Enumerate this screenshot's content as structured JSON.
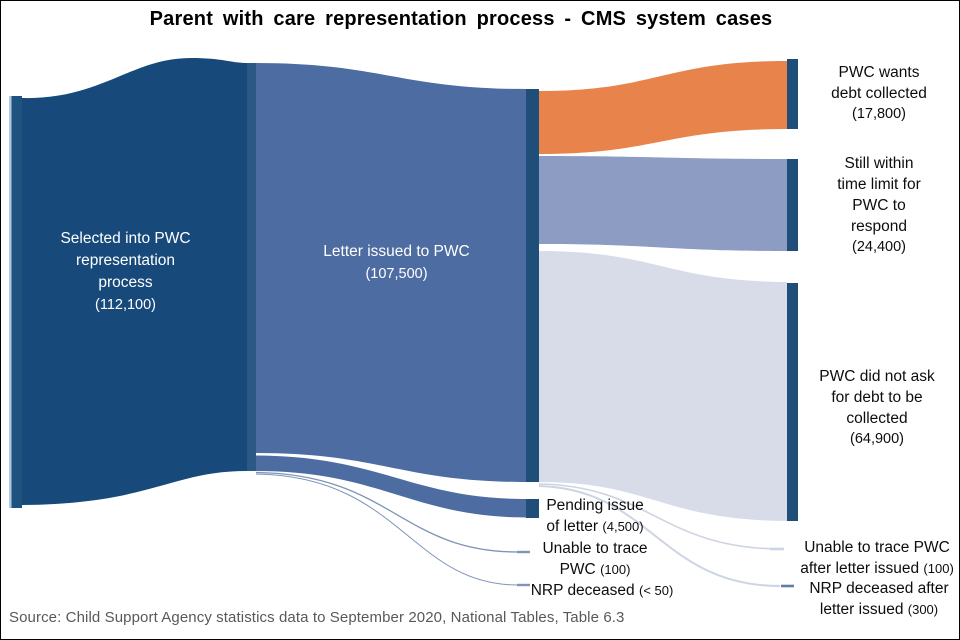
{
  "title": "Parent with care representation process - CMS system cases",
  "source": "Source: Child Support Agency statistics data to September 2020, National Tables, Table 6.3",
  "colors": {
    "navy_flow": "#17497A",
    "navy_bar": "#1E5380",
    "node_bar": "#1F4E79",
    "junction_bar": "#2C5886",
    "slate": "#4D6CA1",
    "blue_gray": "#8D9CC2",
    "lavender": "#D8DCE9",
    "orange": "#E8834B",
    "hairline_steel": "#7E95B8",
    "hairline_light": "#CDD4E2",
    "tick_steel": "#5E7FA3",
    "source_text": "#595959"
  },
  "labels": {
    "node_a": {
      "lines": [
        "Selected into PWC",
        "representation",
        "process"
      ],
      "num": "(112,100)"
    },
    "node_b": {
      "lines": [
        "Letter issued to PWC"
      ],
      "num": "(107,500)"
    },
    "pwc_wants": {
      "lines": [
        "PWC wants",
        "debt collected"
      ],
      "num": "(17,800)"
    },
    "still_within": {
      "lines": [
        "Still within",
        "time limit for",
        "PWC to",
        "respond"
      ],
      "num": "(24,400)"
    },
    "did_not_ask": {
      "lines": [
        "PWC did not ask",
        "for debt to be",
        "collected"
      ],
      "num": "(64,900)"
    },
    "pending": {
      "l1": "Pending issue",
      "l2": "of letter",
      "num": "(4,500)"
    },
    "unable": {
      "l1": "Unable to trace",
      "l2": "PWC",
      "num": "(100)"
    },
    "nrp": {
      "l1": "NRP deceased",
      "num": "(< 50)"
    },
    "unable_after": {
      "l1": "Unable to trace PWC",
      "l2": "after letter issued",
      "num": "(100)"
    },
    "nrp_after": {
      "l1": "NRP deceased after",
      "l2": "letter issued",
      "num": "(300)"
    }
  },
  "chart_data": {
    "type": "sankey",
    "title": "Parent with care representation process - CMS system cases",
    "source_note": "Source: Child Support Agency statistics data to September 2020, National Tables, Table 6.3",
    "nodes": [
      "Selected into PWC representation process",
      "Letter issued to PWC",
      "Pending issue of letter",
      "Unable to trace PWC",
      "NRP deceased",
      "PWC wants debt collected",
      "Still within time limit for PWC to respond",
      "PWC did not ask for debt to be collected",
      "Unable to trace PWC after letter issued",
      "NRP deceased after letter issued"
    ],
    "node_totals": {
      "Selected into PWC representation process": "112,100",
      "Letter issued to PWC": "107,500"
    },
    "links": [
      {
        "source": "Selected into PWC representation process",
        "target": "Letter issued to PWC",
        "value": 107500,
        "value_label": "(107,500)"
      },
      {
        "source": "Selected into PWC representation process",
        "target": "Pending issue of letter",
        "value": 4500,
        "value_label": "(4,500)"
      },
      {
        "source": "Selected into PWC representation process",
        "target": "Unable to trace PWC",
        "value": 100,
        "value_label": "(100)"
      },
      {
        "source": "Selected into PWC representation process",
        "target": "NRP deceased",
        "value": 50,
        "value_label": "(< 50)"
      },
      {
        "source": "Letter issued to PWC",
        "target": "PWC wants debt collected",
        "value": 17800,
        "value_label": "(17,800)"
      },
      {
        "source": "Letter issued to PWC",
        "target": "Still within time limit for PWC to respond",
        "value": 24400,
        "value_label": "(24,400)"
      },
      {
        "source": "Letter issued to PWC",
        "target": "PWC did not ask for debt to be collected",
        "value": 64900,
        "value_label": "(64,900)"
      },
      {
        "source": "Letter issued to PWC",
        "target": "Unable to trace PWC after letter issued",
        "value": 100,
        "value_label": "(100)"
      },
      {
        "source": "Letter issued to PWC",
        "target": "NRP deceased after letter issued",
        "value": 300,
        "value_label": "(300)"
      }
    ],
    "layout_hints": {
      "orientation": "left-to-right",
      "stages": 3,
      "grid": false,
      "legend": false
    }
  }
}
